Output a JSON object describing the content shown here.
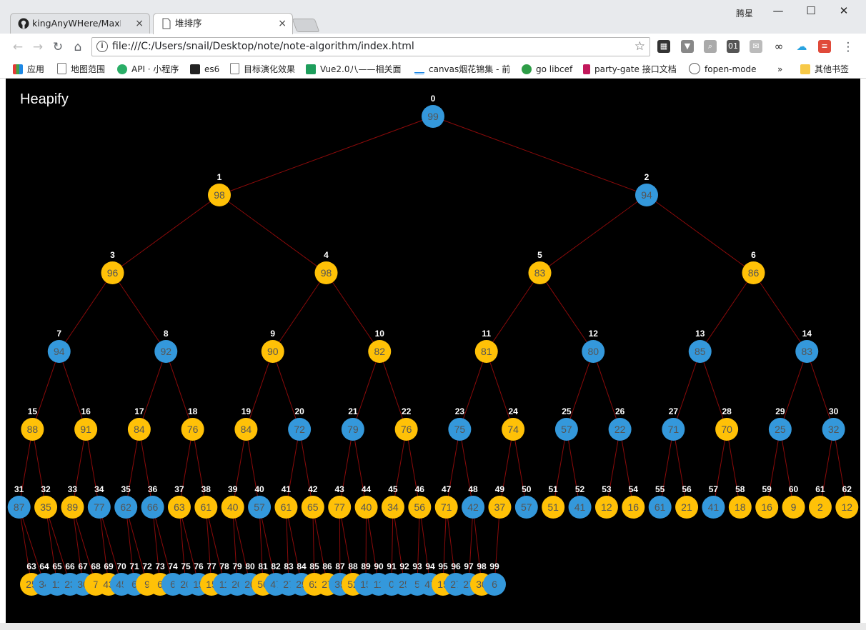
{
  "browser": {
    "tabs": [
      {
        "title": "kingAnyWHere/MaxHe",
        "close": "×"
      },
      {
        "title": "堆排序",
        "close": "×"
      }
    ],
    "user_badge": "腾星",
    "window_controls": {
      "minimize": "—",
      "maximize": "☐",
      "close": "✕"
    },
    "nav": {
      "back": "←",
      "forward": "→",
      "reload": "↻",
      "home": "⌂"
    },
    "address": "file:///C:/Users/snail/Desktop/note/note-algorithm/index.html",
    "menu": "⋮",
    "bookmarks": [
      {
        "label": "应用"
      },
      {
        "label": "地图范围"
      },
      {
        "label": "API · 小程序"
      },
      {
        "label": "es6"
      },
      {
        "label": "目标演化效果"
      },
      {
        "label": "Vue2.0八——相关面"
      },
      {
        "label": "canvas烟花锦集 - 前"
      },
      {
        "label": "go libcef"
      },
      {
        "label": "party-gate 接口文档"
      },
      {
        "label": "fopen-mode"
      }
    ],
    "bookmarks_more": "»",
    "other_bookmarks": "其他书签"
  },
  "page": {
    "title": "Heapify",
    "colors": {
      "background": "#000000",
      "edge": "#8b0a0a",
      "blue": "#3498db",
      "yellow": "#ffc107",
      "label": "#ffffff",
      "node_text": "#555555"
    },
    "heap": [
      99,
      98,
      94,
      96,
      98,
      83,
      86,
      94,
      92,
      90,
      82,
      81,
      80,
      85,
      83,
      88,
      91,
      84,
      76,
      84,
      72,
      79,
      76,
      75,
      74,
      57,
      22,
      71,
      70,
      25,
      32,
      87,
      35,
      89,
      77,
      62,
      66,
      63,
      61,
      40,
      57,
      61,
      65,
      77,
      40,
      34,
      56,
      71,
      42,
      37,
      57,
      51,
      41,
      12,
      16,
      61,
      21,
      41,
      18,
      16,
      9,
      2,
      12,
      25,
      34,
      11,
      23,
      30,
      7,
      43,
      45,
      6,
      9,
      6,
      6,
      20,
      15,
      15,
      11,
      20,
      20,
      50,
      47,
      27,
      29,
      62,
      27,
      35,
      52,
      15,
      11,
      0,
      25,
      5,
      47,
      15,
      27,
      27,
      30,
      6
    ],
    "yellow_indices": [
      1,
      3,
      4,
      5,
      6,
      9,
      10,
      11,
      15,
      16,
      17,
      18,
      19,
      22,
      24,
      28,
      32,
      33,
      37,
      38,
      39,
      41,
      42,
      43,
      44,
      45,
      46,
      47,
      49,
      51,
      53,
      54,
      56,
      58,
      59,
      60,
      61,
      62,
      63,
      68,
      69,
      72,
      73,
      77,
      81,
      85,
      86,
      88,
      95,
      98
    ]
  }
}
